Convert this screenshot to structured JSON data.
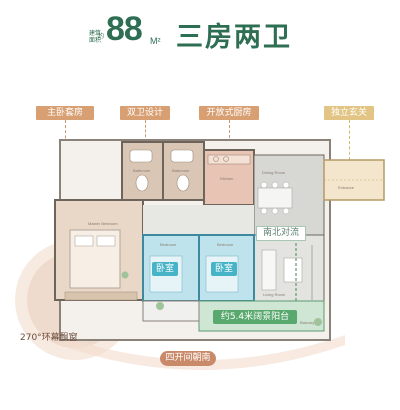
{
  "header": {
    "tag_line1": "建筑",
    "tag_line2": "面积",
    "tag_suffix": "约",
    "area": "88",
    "unit": "M²",
    "title": "三房两卫"
  },
  "features": {
    "master_suite": "主卧套房",
    "double_bath": "双卫设计",
    "open_kitchen": "开放式厨房",
    "entrance": "独立玄关",
    "ns_ventilation": "南北对流",
    "balcony": "约5.4米阔景阳台",
    "bay_window": "270°环幕飘窗",
    "south_facing": "四开间朝南"
  },
  "rooms": {
    "bedroom_1": "卧室",
    "bedroom_2": "卧室",
    "dining": "Dining Room",
    "kitchen": "Kitchen",
    "master": "Master Bedroom",
    "bath_1": "Bathroom",
    "bath_2": "Bathroom",
    "bed_1_en": "Bedroom",
    "bed_2_en": "Bedroom",
    "foyer": "Entrance",
    "living": "Living Room",
    "balcony_en": "Balcony"
  },
  "colors": {
    "brand_green": "#2e6e52",
    "accent_orange": "#d89f73",
    "accent_gold": "#e2c584",
    "bedroom_blue": "#46b3c7",
    "balcony_green": "#59a86e"
  }
}
